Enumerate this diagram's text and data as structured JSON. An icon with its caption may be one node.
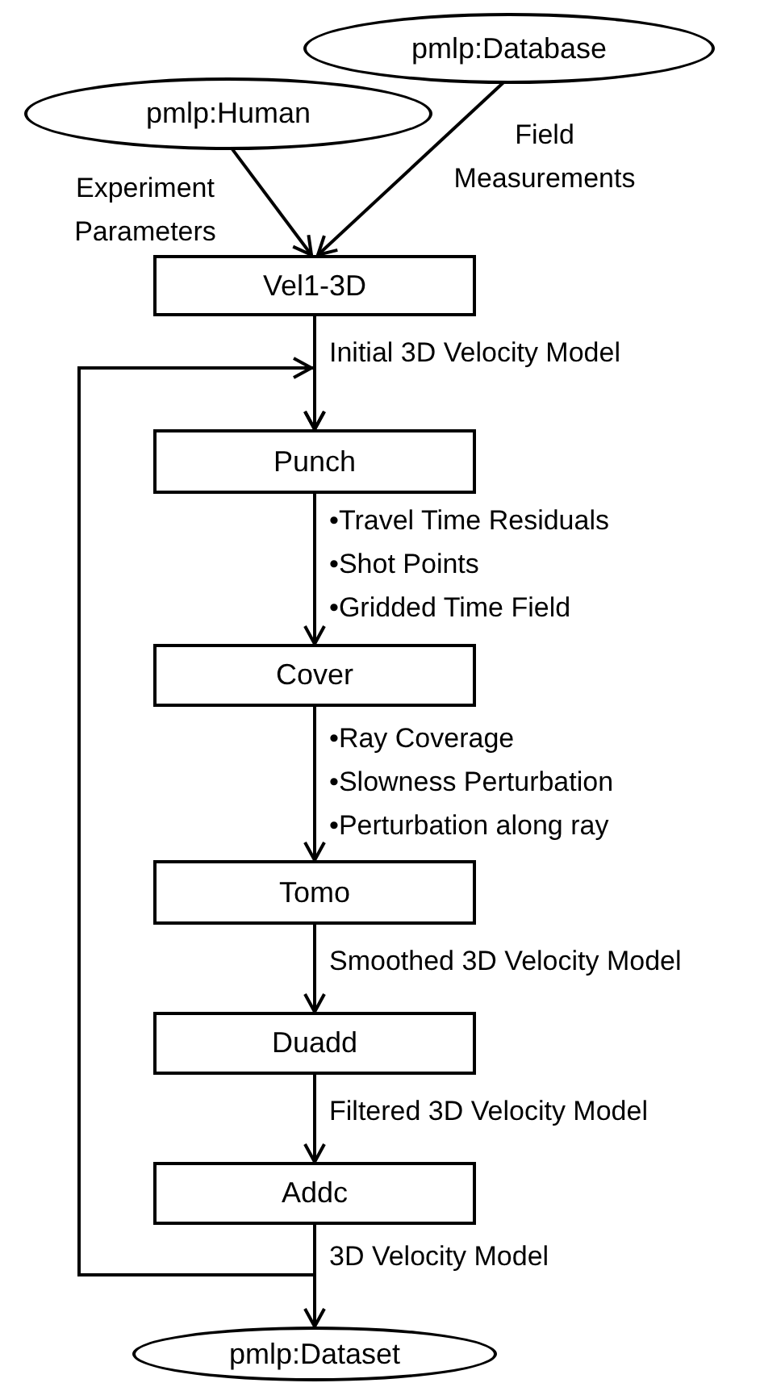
{
  "diagram": {
    "nodes": [
      {
        "text": [
          "pmlp:Database"
        ]
      },
      {
        "text": [
          "pmlp:Human"
        ]
      },
      {
        "text": [
          "Vel1-3D"
        ]
      },
      {
        "text": [
          "Punch"
        ]
      },
      {
        "text": [
          "Cover"
        ]
      },
      {
        "text": [
          "Tomo"
        ]
      },
      {
        "text": [
          "Duadd"
        ]
      },
      {
        "text": [
          "Addc"
        ]
      },
      {
        "text": [
          "pmlp:Dataset"
        ]
      }
    ],
    "edges": [
      {
        "from": 1,
        "to": 2,
        "arrow": "to",
        "label": "Experiment Parameters"
      },
      {
        "from": 0,
        "to": 2,
        "arrow": "to",
        "label": "Field Measurements"
      },
      {
        "from": 2,
        "to": 3,
        "arrow": "to",
        "label": "Initial 3D Velocity Model"
      },
      {
        "from": 3,
        "to": 4,
        "arrow": "to",
        "label": "•Travel Time Residuals •Shot Points •Gridded Time Field"
      },
      {
        "from": 4,
        "to": 5,
        "arrow": "to",
        "label": "•Ray Coverage •Slowness Perturbation •Perturbation along ray"
      },
      {
        "from": 5,
        "to": 6,
        "arrow": "to",
        "label": "Smoothed 3D Velocity Model"
      },
      {
        "from": 6,
        "to": 7,
        "arrow": "to",
        "label": "Filtered 3D Velocity Model"
      },
      {
        "from": 7,
        "to": 8,
        "arrow": "to",
        "label": "3D Velocity Model"
      },
      {
        "from": 7,
        "to": 3,
        "arrow": "to"
      }
    ]
  }
}
